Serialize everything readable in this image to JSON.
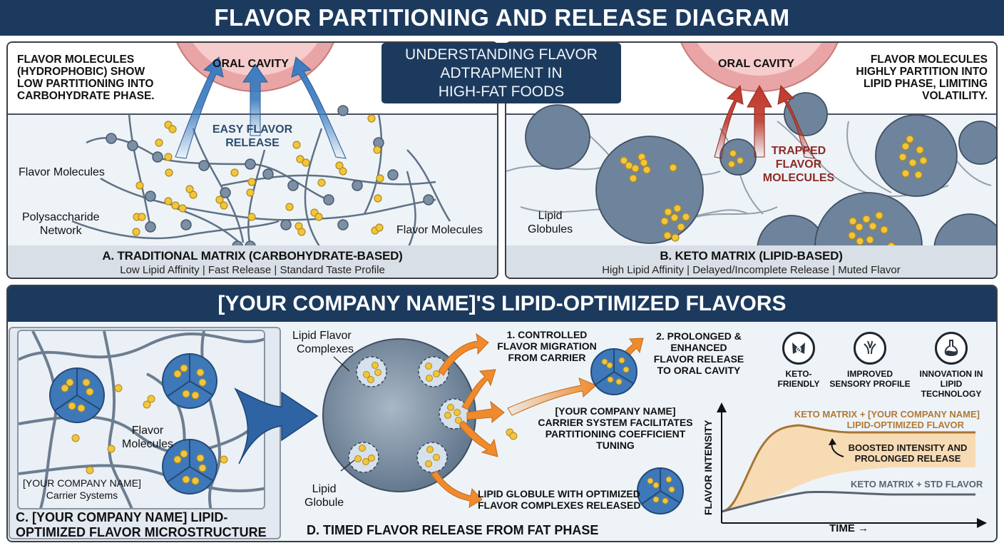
{
  "title": "FLAVOR PARTITIONING AND RELEASE DIAGRAM",
  "center_box": {
    "line1": "UNDERSTANDING FLAVOR",
    "line2": "ADTRAPMENT IN",
    "line3": "HIGH-FAT FOODS"
  },
  "panel_a": {
    "note": [
      "FLAVOR MOLECULES",
      "(HYDROPHOBIC) SHOW",
      "LOW PARTITIONING INTO",
      "CARBOHYDRATE PHASE."
    ],
    "oral_cavity": "ORAL CAVITY",
    "release_label": [
      "EASY FLAVOR",
      "RELEASE"
    ],
    "labels": {
      "flavor_molecules_left": "Flavor Molecules",
      "network": [
        "Polysaccharide",
        "Network"
      ],
      "flavor_molecules_right": "Flavor Molecules"
    },
    "caption_title": "A. TRADITIONAL MATRIX (CARBOHYDRATE-BASED)",
    "caption_sub": "Low Lipid Affinity | Fast Release | Standard Taste Profile",
    "arrow_color": "#3b7cc0"
  },
  "panel_b": {
    "note": [
      "FLAVOR MOLECULES",
      "HIGHLY PARTITION INTO",
      "LIPID PHASE, LIMITING",
      "VOLATILITY."
    ],
    "oral_cavity": "ORAL CAVITY",
    "trapped_label": [
      "TRAPPED FLAVOR",
      "MOLECULES"
    ],
    "labels": {
      "globules": [
        "Lipid",
        "Globules"
      ]
    },
    "caption_title": "B. KETO MATRIX (LIPID-BASED)",
    "caption_sub": "High Lipid Affinity | Delayed/Incomplete Release | Muted Flavor",
    "arrow_color": "#c0392b"
  },
  "section_c_d": {
    "header": "[YOUR COMPANY NAME]'S LIPID-OPTIMIZED FLAVORS",
    "panel_c": {
      "labels": {
        "flavor_molecules": [
          "Flavor",
          "Molecules"
        ],
        "carrier": [
          "[YOUR COMPANY NAME]",
          "Carrier Systems"
        ]
      },
      "caption": [
        "C. [YOUR COMPANY NAME] LIPID-",
        "OPTIMIZED FLAVOR MICROSTRUCTURE"
      ]
    },
    "panel_d": {
      "labels": {
        "complexes": [
          "Lipid Flavor",
          "Complexes"
        ],
        "globule": [
          "Lipid",
          "Globule"
        ],
        "step1": [
          "1. CONTROLLED",
          "FLAVOR MIGRATION",
          "FROM CARRIER"
        ],
        "step2": [
          "2. PROLONGED &",
          "ENHANCED",
          "FLAVOR RELEASE",
          "TO ORAL CAVITY"
        ],
        "carrier_note": [
          "[YOUR COMPANY NAME]",
          "CARRIER SYSTEM FACILITATES",
          "PARTITIONING COEFFICIENT",
          "TUNING"
        ],
        "released": [
          "LIPID GLOBULE WITH OPTIMIZED",
          "FLAVOR COMPLEXES RELEASED"
        ]
      },
      "caption": "D. TIMED FLAVOR RELEASE FROM FAT PHASE",
      "arrow_color": "#ef8a2d"
    },
    "features": [
      {
        "label": [
          "KETO-FRIENDLY"
        ],
        "icon": "keto-icon"
      },
      {
        "label": [
          "IMPROVED",
          "SENSORY PROFILE"
        ],
        "icon": "sensory-icon"
      },
      {
        "label": [
          "INNOVATION IN",
          "LIPID TECHNOLOGY"
        ],
        "icon": "flask-icon"
      }
    ],
    "chart": {
      "ylabel": "FLAVOR INTENSITY",
      "xlabel": "TIME →",
      "series_top_label": [
        "KETO MATRIX + [YOUR COMPANY NAME]",
        "LIPID-OPTIMIZED FLAVOR"
      ],
      "annotation": [
        "BOOSTED INTENSITY AND",
        "PROLONGED RELEASE"
      ],
      "series_bottom_label": "KETO MATRIX + STD FLAVOR"
    }
  },
  "chart_data": {
    "type": "line",
    "title": "",
    "xlabel": "TIME",
    "ylabel": "FLAVOR INTENSITY",
    "x": [
      0,
      1,
      2,
      3,
      4,
      5,
      6,
      7,
      8,
      9,
      10
    ],
    "series": [
      {
        "name": "KETO MATRIX + [YOUR COMPANY NAME] LIPID-OPTIMIZED FLAVOR",
        "color": "#b07a35",
        "values": [
          0.1,
          0.35,
          0.75,
          0.92,
          0.9,
          0.83,
          0.82,
          0.82,
          0.82,
          0.82,
          0.82
        ]
      },
      {
        "name": "KETO MATRIX + STD FLAVOR",
        "color": "#5a6470",
        "values": [
          0.1,
          0.18,
          0.24,
          0.28,
          0.3,
          0.29,
          0.28,
          0.27,
          0.27,
          0.27,
          0.27
        ]
      }
    ],
    "annotations": [
      "BOOSTED INTENSITY AND PROLONGED RELEASE"
    ],
    "grid": false,
    "ylim": [
      0,
      1
    ]
  }
}
